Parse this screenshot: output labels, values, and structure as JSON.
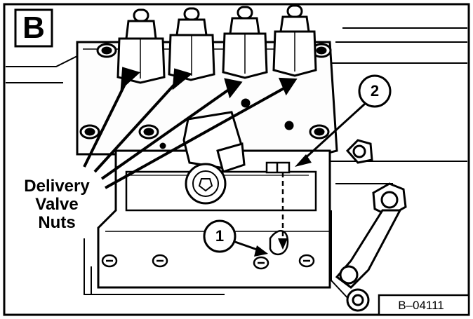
{
  "figure": {
    "panel_letter": "B",
    "callout_lines": [
      "Delivery",
      "Valve",
      "Nuts"
    ],
    "callout_numbers": [
      "1",
      "2"
    ],
    "figure_id": "B–04111"
  },
  "colors": {
    "ink": "#000000",
    "paper": "#ffffff",
    "shade": "#e9e9e9"
  },
  "icons": [
    "fuel-injection-pump",
    "delivery-valve-nut",
    "timing-mark",
    "bolt"
  ]
}
